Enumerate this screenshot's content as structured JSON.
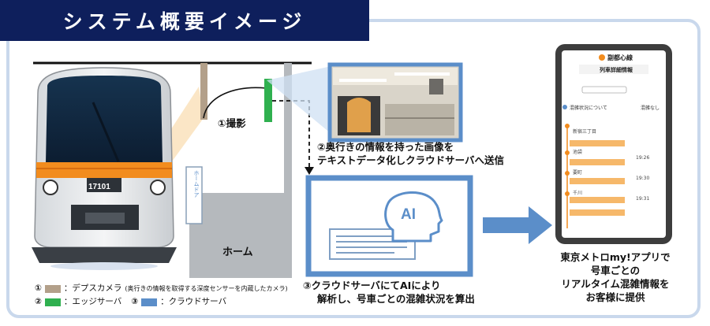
{
  "title": "システム概要イメージ",
  "steps": {
    "s1": "①撮影",
    "s2": [
      "②奥行きの情報を持った画像を",
      "テキストデータ化しクラウドサーバへ送信"
    ],
    "s3": [
      "③クラウドサーバにてAIにより",
      "解析し、号車ごとの混雑状況を算出"
    ],
    "s4": [
      "東京メトロmy!アプリで",
      "号車ごとの",
      "リアルタイム混雑情報を",
      "お客様に提供"
    ]
  },
  "platform": {
    "label": "ホーム",
    "door_label": "ホームドア"
  },
  "train": {
    "number": "17101"
  },
  "ai": {
    "label": "AI"
  },
  "legend": [
    {
      "num": "①",
      "text": "：デプスカメラ",
      "note": "(奥行きの情報を取得する深度センサーを内蔵したカメラ)",
      "color": "#b3a08a"
    },
    {
      "num": "②",
      "text": "：エッジサーバ",
      "color": "#2fb04f"
    },
    {
      "num": "③",
      "text": "：クラウドサーバ",
      "color": "#5b8ec9"
    }
  ],
  "phone": {
    "line_name": "副都心線",
    "header": "列車詳細情報",
    "congestion_title": "混雑状況について",
    "congestion_note": "混雑なし",
    "stations": [
      "新宿三丁目",
      "池袋",
      "要町",
      "千川"
    ],
    "times": [
      "19:26",
      "19:30",
      "19:31"
    ]
  },
  "colors": {
    "navy": "#0e1f5c",
    "cloud": "#5b8ec9",
    "edge": "#2fb04f",
    "camera": "#b3a08a",
    "orange": "#f28c1e"
  }
}
